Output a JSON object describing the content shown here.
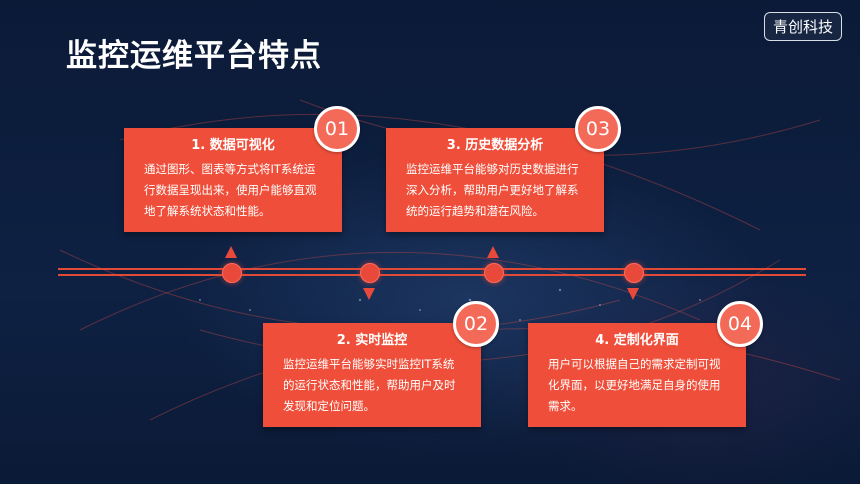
{
  "slide": {
    "title": "监控运维平台特点",
    "brand": "青创科技"
  },
  "features": [
    {
      "number": "01",
      "heading": "1. 数据可视化",
      "text": "通过图形、图表等方式将IT系统运行数据呈现出来，使用户能够直观地了解系统状态和性能。"
    },
    {
      "number": "02",
      "heading": "2. 实时监控",
      "text": "监控运维平台能够实时监控IT系统的运行状态和性能，帮助用户及时发现和定位问题。"
    },
    {
      "number": "03",
      "heading": "3. 历史数据分析",
      "text": "监控运维平台能够对历史数据进行深入分析，帮助用户更好地了解系统的运行趋势和潜在风险。"
    },
    {
      "number": "04",
      "heading": "4. 定制化界面",
      "text": "用户可以根据自己的需求定制可视化界面，以更好地满足自身的使用需求。"
    }
  ],
  "colors": {
    "accent": "#ef4f3a",
    "background": "#0c1c3b"
  }
}
